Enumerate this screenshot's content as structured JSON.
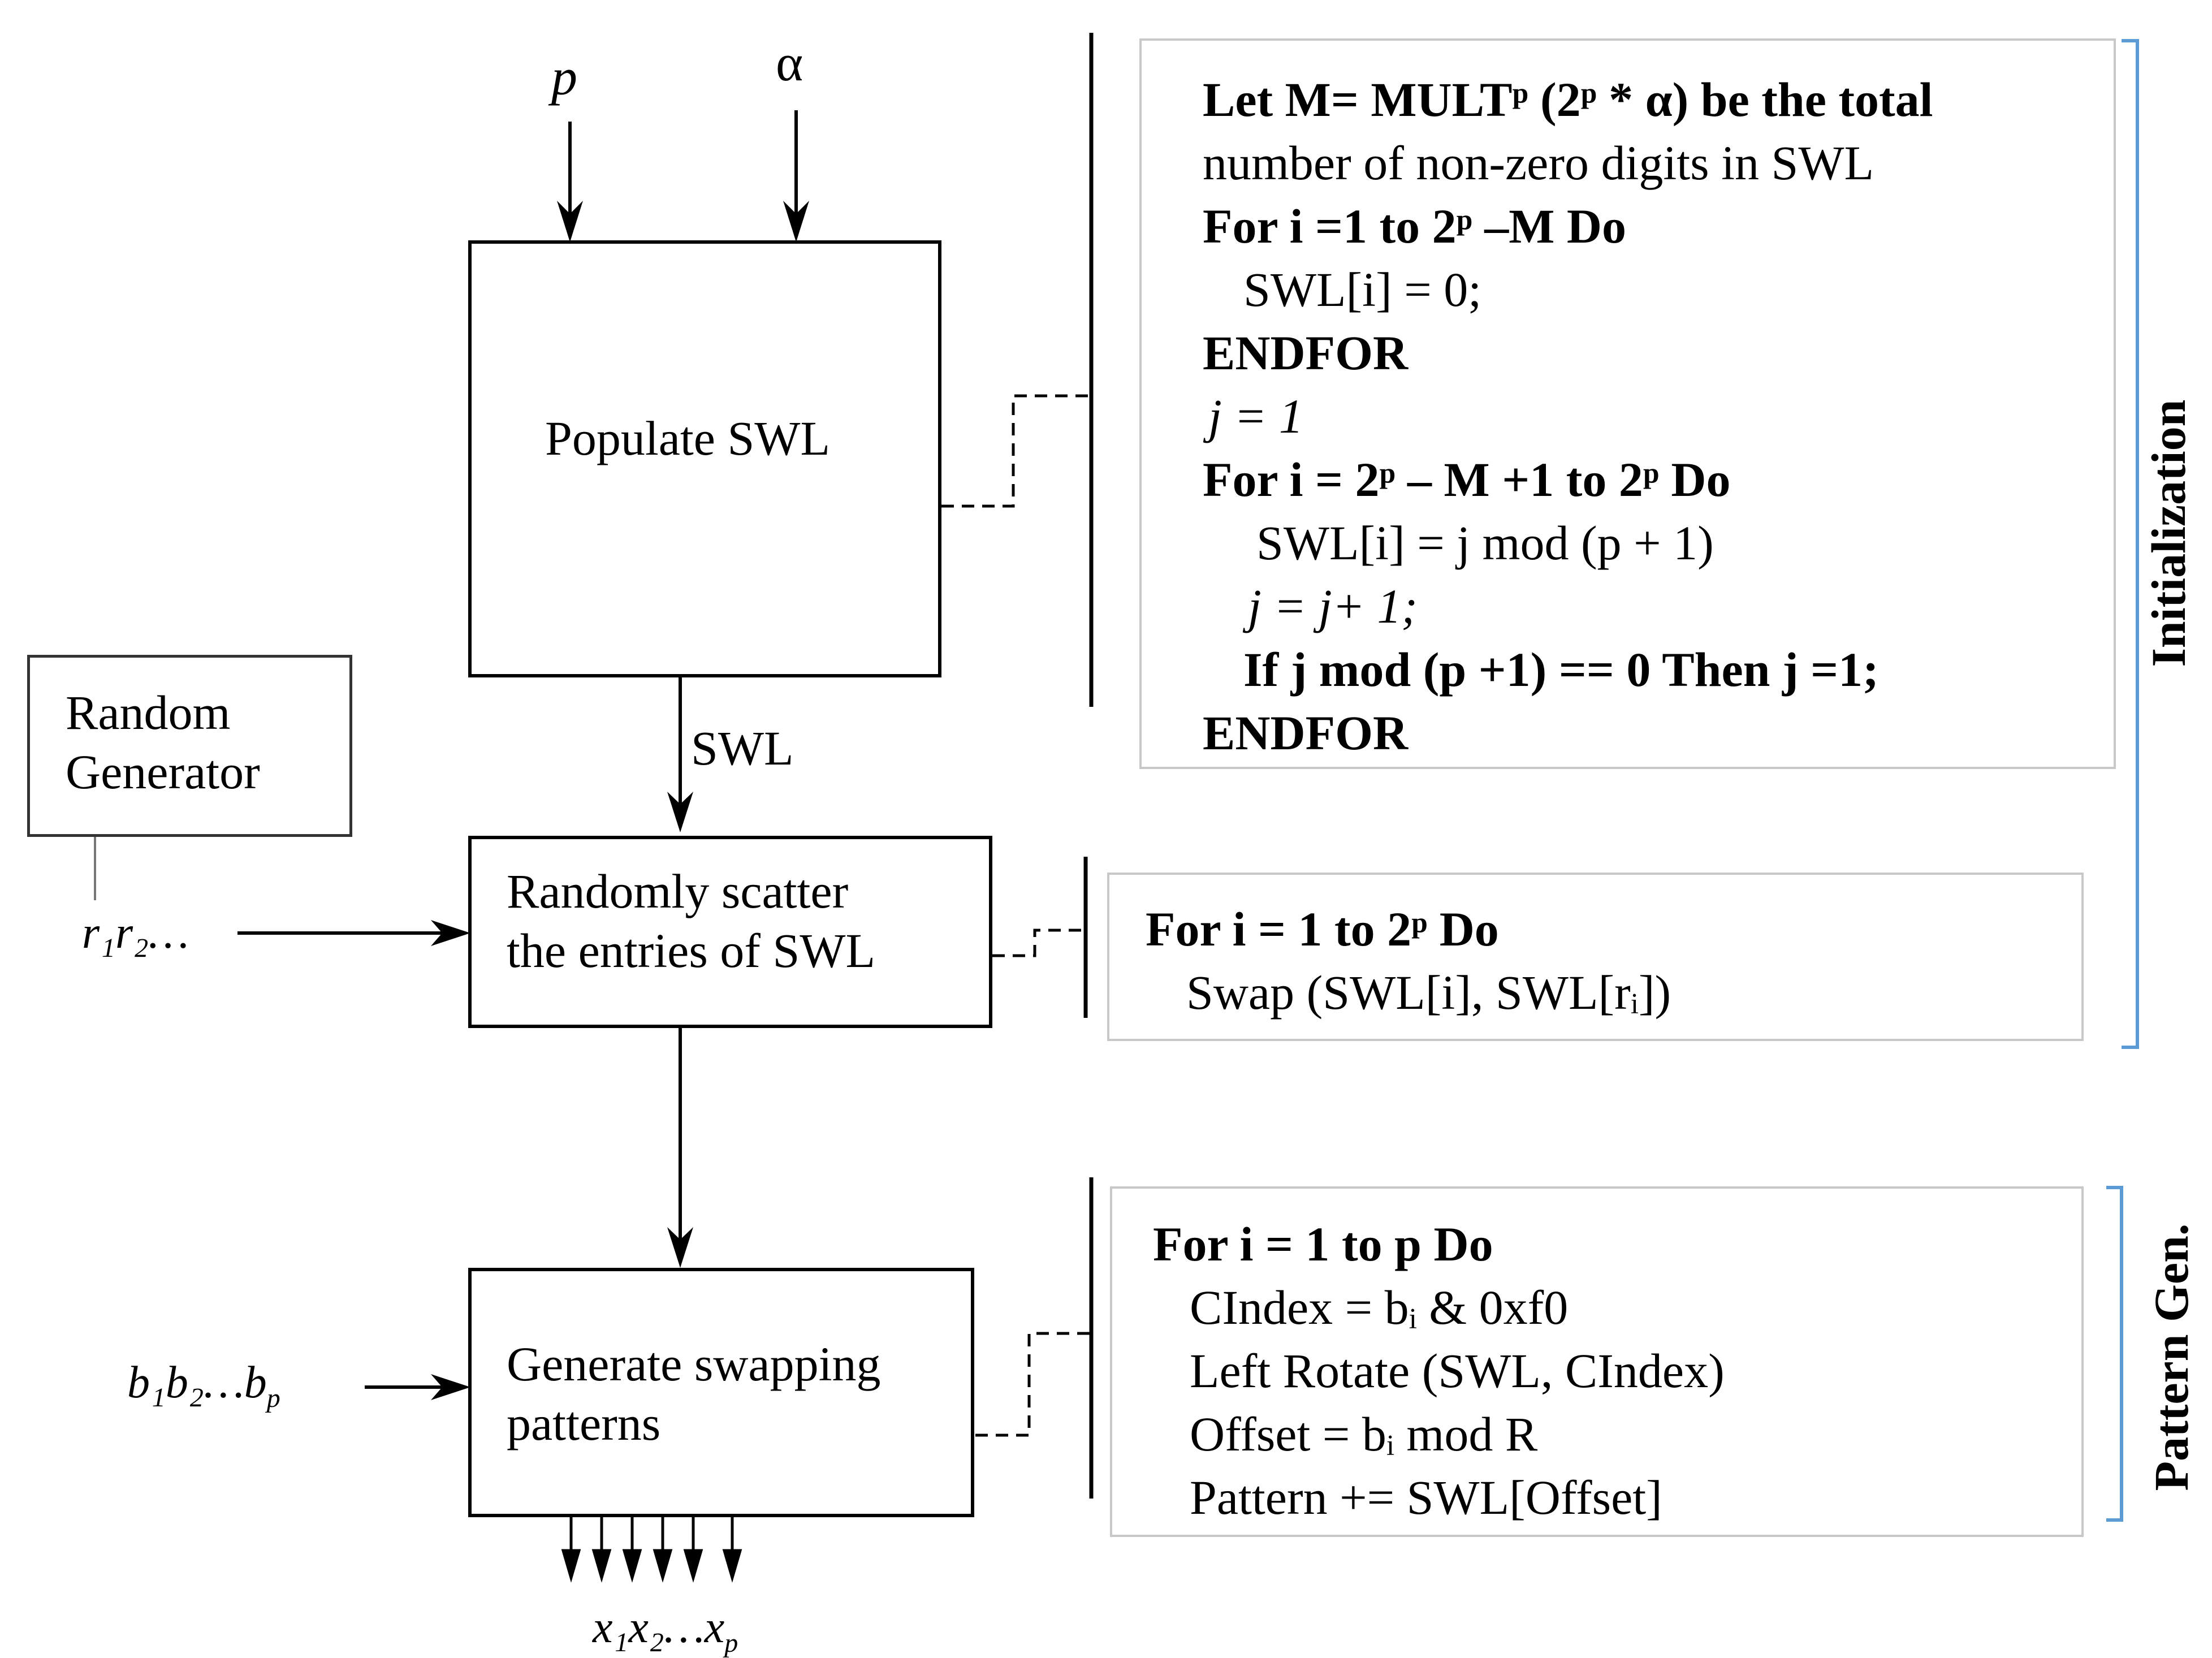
{
  "inputs": {
    "p": "p",
    "alpha": "α",
    "random_seq": "r₁r₂…",
    "b_seq": "b₁b₂…b",
    "b_seq_sub": "p",
    "x_seq": "x₁x₂…x",
    "x_seq_sub": "p"
  },
  "boxes": {
    "random_generator": [
      "Random",
      "Generator"
    ],
    "populate_swl": "Populate SWL",
    "scatter": [
      "Randomly scatter",
      "the entries of SWL"
    ],
    "generate": [
      "Generate swapping",
      "patterns"
    ]
  },
  "edge_labels": {
    "swl": "SWL"
  },
  "init_code": [
    "Let M= MULTᵖ (2ᵖ * α) be the total",
    "number of non-zero digits in SWL",
    "For i =1 to 2ᵖ –M Do",
    "SWL[i] = 0;",
    "ENDFOR",
    "j = 1",
    "For i = 2ᵖ – M +1 to 2ᵖ Do",
    "SWL[i] = j mod (p + 1)",
    "j = j+ 1;",
    "If j mod (p +1) == 0 Then j =1;",
    "ENDFOR"
  ],
  "swap_code": [
    "For i = 1 to 2ᵖ Do",
    "Swap (SWL[i], SWL[rᵢ])"
  ],
  "pattern_code": [
    "For i = 1 to p Do",
    "CIndex = bᵢ & 0xf0",
    "Left Rotate (SWL, CIndex)",
    "Offset = bᵢ mod R",
    "Pattern += SWL[Offset]"
  ],
  "sections": {
    "initialization": "Initialization",
    "pattern_gen": "Pattern Gen."
  },
  "colors": {
    "bracket": "#5b9bd5",
    "code_border": "#c8c8c8"
  }
}
